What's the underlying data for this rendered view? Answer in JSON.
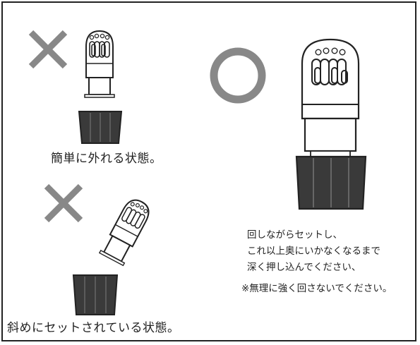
{
  "panels": {
    "loose": {
      "mark": "cross-mark",
      "caption": "簡単に外れる状態。"
    },
    "tilted": {
      "mark": "cross-mark",
      "caption": "斜めにセットされている状態。"
    },
    "correct": {
      "mark": "circle-mark",
      "instructions": [
        "回しながらセットし、",
        "これ以上奥にいかなくなるまで",
        "深く押し込んでください、"
      ],
      "note": "※無理に強く回さないでください。"
    }
  },
  "colors": {
    "mark": "#888888",
    "outline": "#222222",
    "knob": "#3a3a3a",
    "knob_rib": "#555555",
    "body": "#ffffff"
  }
}
